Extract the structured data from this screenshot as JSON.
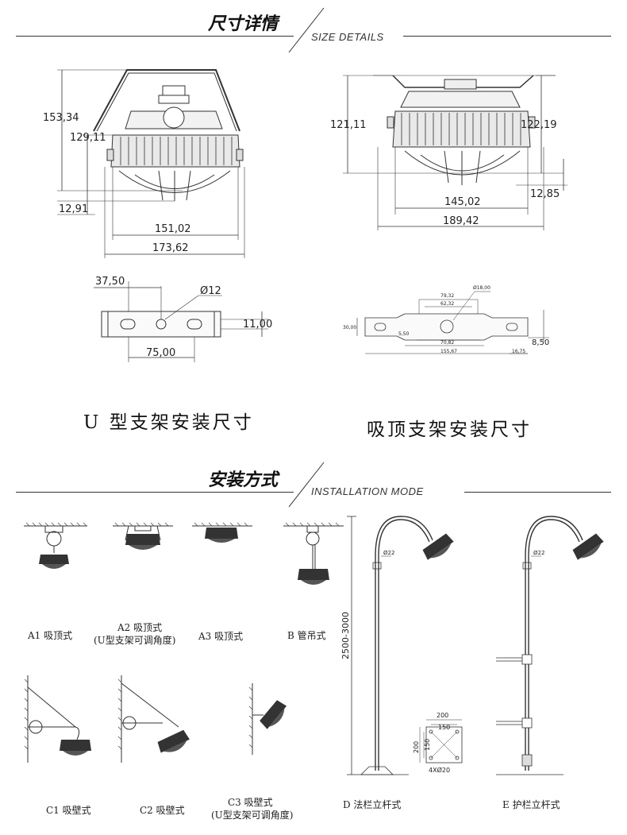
{
  "sections": {
    "size": {
      "title": "尺寸详情",
      "subtitle": "SIZE DETAILS"
    },
    "install": {
      "title": "安装方式",
      "subtitle": "INSTALLATION MODE"
    }
  },
  "dims": {
    "u_height_total": "153,34",
    "u_height_body": "129,11",
    "u_bottom_offset": "12,91",
    "u_width_inner": "151,02",
    "u_width_outer": "173,62",
    "c_height_left": "121,11",
    "c_height_right": "122,19",
    "c_bottom_offset": "12,85",
    "c_width_inner": "145,02",
    "c_width_outer": "189,42",
    "ub_offset": "37,50",
    "ub_hole": "Ø12",
    "ub_thickness": "11,00",
    "ub_spacing": "75,00",
    "cb_hole": "Ø18,00",
    "cb_w1": "79,32",
    "cb_w2": "62,32",
    "cb_height": "30,00",
    "cb_small": "5,50",
    "cb_w3": "70,82",
    "cb_total": "155,67",
    "cb_end": "16,75",
    "cb_thick": "8,50"
  },
  "captions": {
    "u_bracket": "U 型支架安装尺寸",
    "ceiling_bracket": "吸顶支架安装尺寸"
  },
  "modes": {
    "a1": "A1 吸顶式",
    "a2": "A2 吸顶式",
    "a2_note": "(U型支架可调角度)",
    "a3": "A3 吸顶式",
    "b": "B 管吊式",
    "c1": "C1 吸壁式",
    "c2": "C2 吸壁式",
    "c3": "C3 吸壁式",
    "c3_note": "(U型支架可调角度)",
    "d": "D 法栏立杆式",
    "e": "E 护栏立杆式"
  },
  "pole": {
    "dia_d": "Ø22",
    "dia_e": "Ø22",
    "height": "2500-3000",
    "base_w": "200",
    "base_inner": "150",
    "base_h": "200",
    "base_inner_h": "150",
    "bolts": "4XØ20"
  }
}
